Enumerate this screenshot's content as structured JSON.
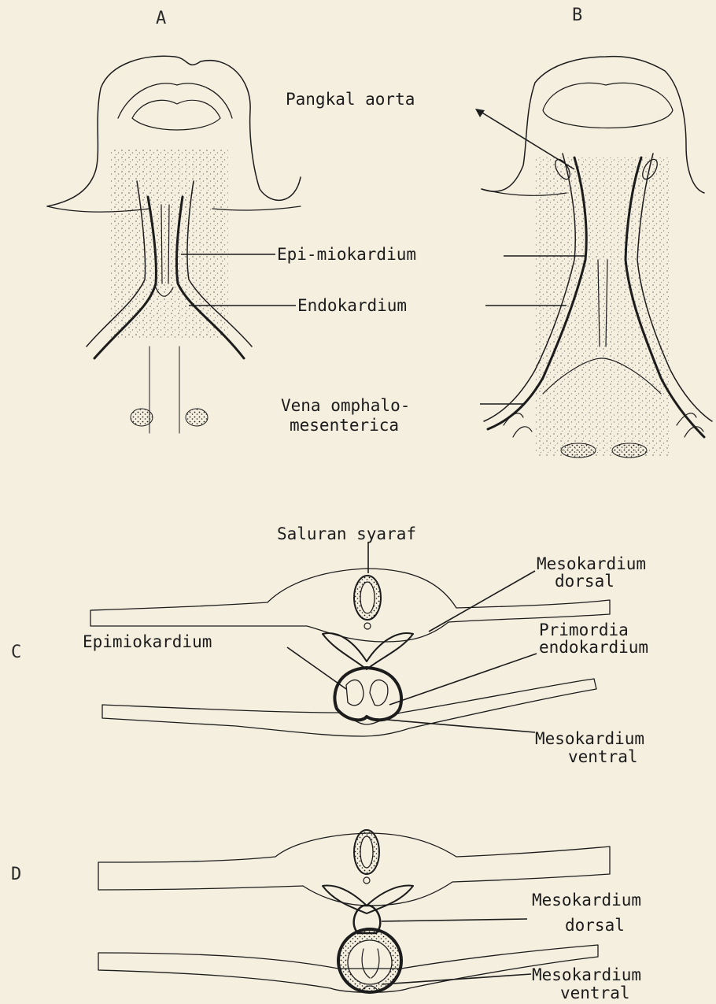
{
  "panels": {
    "a": "A",
    "b": "B",
    "c": "C",
    "d": "D"
  },
  "labels": {
    "pangkal_aorta": "Pangkal aorta",
    "epi_miokardium": "Epi-miokardium",
    "endokardium": "Endokardium",
    "vena_line1": "Vena omphalo-",
    "vena_line2": "mesenterica",
    "saluran_syaraf": "Saluran syaraf",
    "mesokardium_dorsal_c_line1": "Mesokardium",
    "mesokardium_dorsal_c_line2": "dorsal",
    "epimiokardium": "Epimiokardium",
    "primordia_line1": "Primordia",
    "primordia_line2": "endokardium",
    "mesokardium_ventral_c_line1": "Mesokardium",
    "mesokardium_ventral_c_line2": "ventral",
    "mesokardium_dorsal_d_line1": "Mesokardium",
    "mesokardium_dorsal_d_line2": "dorsal",
    "mesokardium_ventral_d_line1": "Mesokardium",
    "mesokardium_ventral_d_line2": "ventral"
  },
  "colors": {
    "paper": "#f5efdf",
    "ink": "#1c1c1c"
  }
}
